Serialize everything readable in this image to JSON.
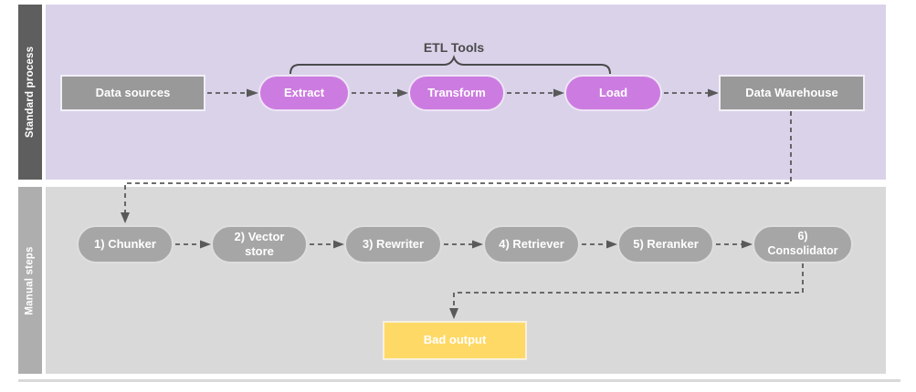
{
  "diagram": {
    "lanes": {
      "standard": {
        "label": "Standard process"
      },
      "manual": {
        "label": "Manual steps"
      }
    },
    "standard": {
      "group_label": "ETL Tools",
      "nodes": {
        "data_sources": "Data sources",
        "extract": "Extract",
        "transform": "Transform",
        "load": "Load",
        "data_warehouse": "Data Warehouse"
      }
    },
    "manual": {
      "nodes": {
        "chunker": "1) Chunker",
        "vector_store": "2) Vector\nstore",
        "rewriter": "3) Rewriter",
        "retriever": "4) Retriever",
        "reranker": "5) Reranker",
        "consolidator": "6)\nConsolidator",
        "bad_output": "Bad output"
      }
    },
    "colors": {
      "lane_standard_bg": "#d9d2e9",
      "lane_standard_label_bg": "#5e5e5e",
      "lane_manual_bg": "#d9d9d9",
      "lane_manual_label_bg": "#aeaeae",
      "etl_pill": "#cc7ce0",
      "gray_box": "#999999",
      "gray_pill": "#a6a6a6",
      "bad_output_box": "#ffd966",
      "connector": "#595959",
      "node_text": "#ffffff"
    }
  }
}
